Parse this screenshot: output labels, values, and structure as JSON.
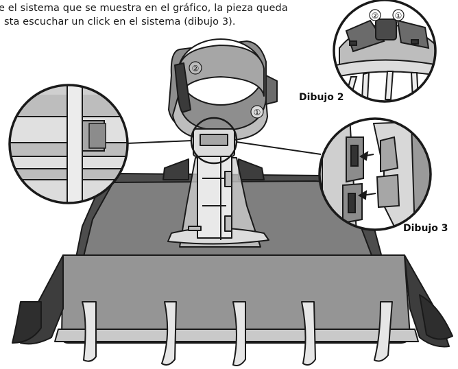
{
  "instructions": {
    "line1": "e el sistema que se muestra en el gráfico, la pieza queda",
    "line2": "sta escuchar un click en el sistema (dibujo 3)."
  },
  "figure_labels": {
    "dibujo2": "Dibujo 2",
    "dibujo3": "Dibujo 3"
  },
  "callout_numbers": {
    "main_top": "②",
    "main_bottom": "①",
    "inset_left": "②",
    "inset_right": "①"
  },
  "colors": {
    "dark_gray": "#555555",
    "mid_gray": "#8c8c8c",
    "light_gray": "#bdbdbd",
    "outline": "#1a1a1a"
  }
}
